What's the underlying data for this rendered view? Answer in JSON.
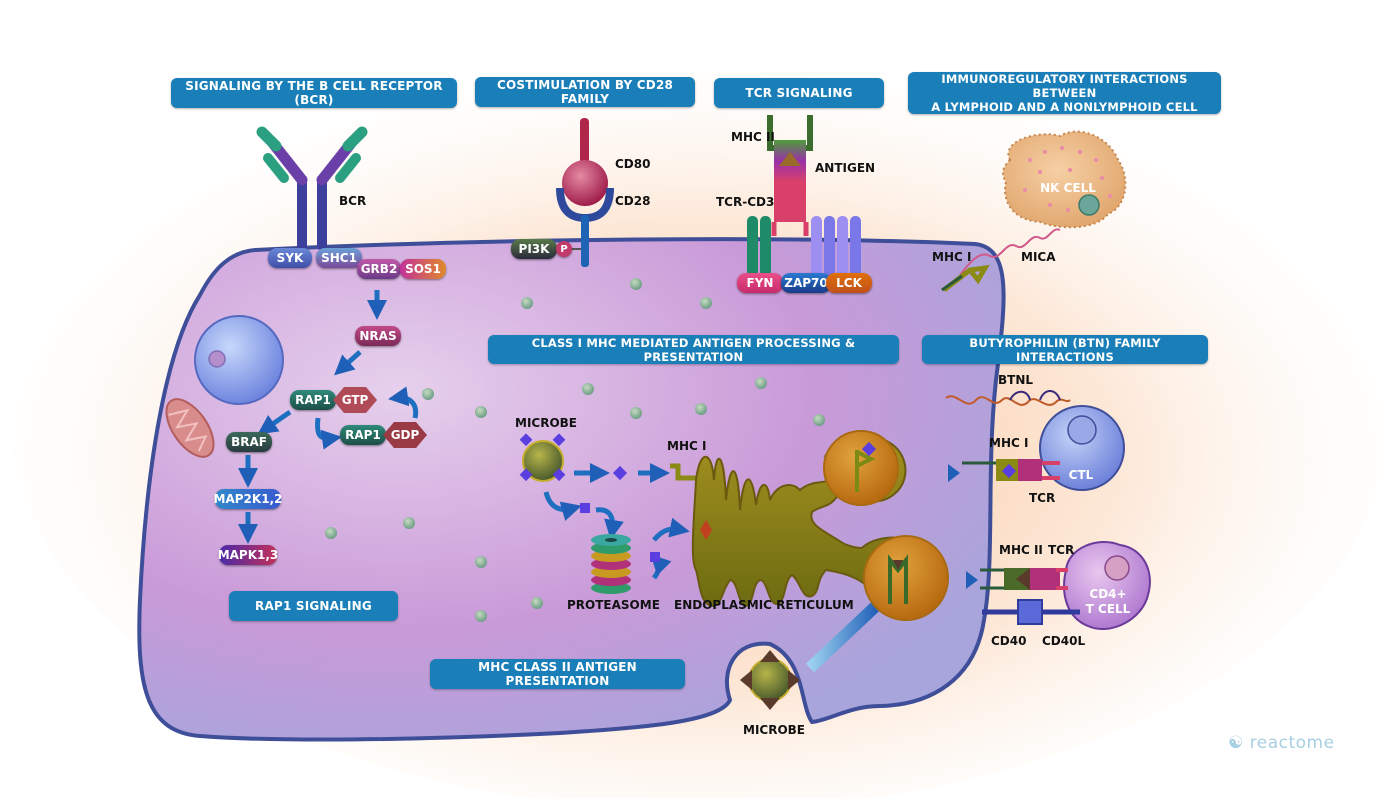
{
  "pathways": {
    "bcr": "SIGNALING BY THE B CELL RECEPTOR (BCR)",
    "cd28": "COSTIMULATION BY CD28 FAMILY",
    "tcr": "TCR SIGNALING",
    "immunoreg_line1": "IMMUNOREGULATORY INTERACTIONS BETWEEN",
    "immunoreg_line2": "A LYMPHOID AND A NONLYMPHOID CELL",
    "class1": "CLASS I MHC MEDIATED ANTIGEN PROCESSING & PRESENTATION",
    "btn": "BUTYROPHILIN (BTN) FAMILY INTERACTIONS",
    "rap1": "RAP1 SIGNALING",
    "mhc2": "MHC CLASS II ANTIGEN PRESENTATION"
  },
  "labels": {
    "bcr": "BCR",
    "cd80": "CD80",
    "cd28": "CD28",
    "mhc2_top": "MHC II",
    "antigen": "ANTIGEN",
    "tcr_cd3": "TCR-CD3",
    "mhc1_nk": "MHC I",
    "mica": "MICA",
    "btnl": "BTNL",
    "mhc1_ctl": "MHC I",
    "tcr_ctl": "TCR",
    "mhc2_cd4": "MHC II",
    "tcr_cd4": "TCR",
    "cd40": "CD40",
    "cd40l": "CD40L",
    "microbe_top": "MICROBE",
    "mhc1_center": "MHC I",
    "proteasome": "PROTEASOME",
    "er": "ENDOPLASMIC RETICULUM",
    "microbe_bottom": "MICROBE"
  },
  "proteins": {
    "syk": "SYK",
    "shc1": "SHC1",
    "grb2": "GRB2",
    "sos1": "SOS1",
    "nras": "NRAS",
    "rap1_a": "RAP1",
    "gtp": "GTP",
    "rap1_b": "RAP1",
    "gdp": "GDP",
    "braf": "BRAF",
    "map2k": "MAP2K1,2",
    "mapk": "MAPK1,3",
    "pi3k": "PI3K",
    "p": "P",
    "fyn": "FYN",
    "zap70": "ZAP70",
    "lck": "LCK"
  },
  "cells": {
    "nk": "NK CELL",
    "ctl": "CTL",
    "cd4_line1": "CD4+",
    "cd4_line2": "T CELL"
  },
  "logo": "reactome",
  "colors": {
    "pathway_pill": "#1a7fb8",
    "cell_fill": "#c9a3d9",
    "cell_border": "#3f4e99",
    "er_fill": "#8a7a10",
    "arrow": "#1f6fc0",
    "nk_fill": "#e8b27a"
  }
}
